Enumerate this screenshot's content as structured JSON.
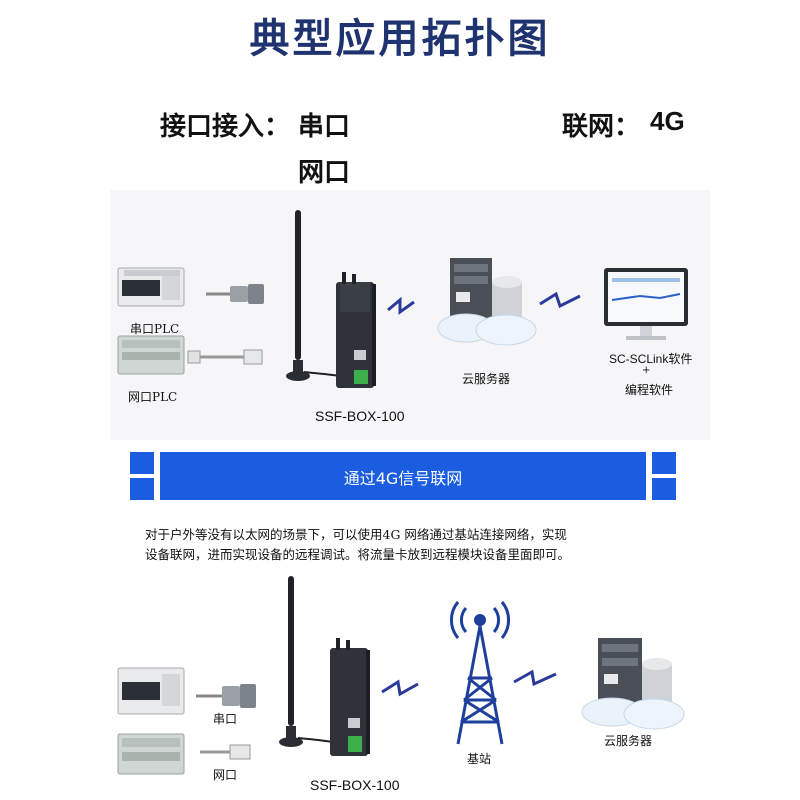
{
  "title": "典型应用拓扑图",
  "interface": {
    "label": "接口接入：",
    "serial": "串口",
    "ethernet": "网口"
  },
  "network": {
    "label": "联网：",
    "value": "4G"
  },
  "top_diagram": {
    "serial_plc_label": "串口PLC",
    "ethernet_plc_label": "网口PLC",
    "device_label": "SSF-BOX-100",
    "cloud_label": "云服务器",
    "software_label": "SC-SCLink软件",
    "plus": "+",
    "programming_label": "编程软件"
  },
  "banner": {
    "text": "通过4G信号联网",
    "color": "#1a5de0"
  },
  "description": {
    "line1": "对于户外等没有以太网的场景下，可以使用4G 网络通过基站连接网络，实现",
    "line2": "设备联网，进而实现设备的远程调试。将流量卡放到远程模块设备里面即可。"
  },
  "bottom_diagram": {
    "serial_label": "串口",
    "ethernet_label": "网口",
    "device_label": "SSF-BOX-100",
    "tower_label": "基站",
    "cloud_label": "云服务器"
  },
  "icons": [
    "plc-icon",
    "serial-connector-icon",
    "ethernet-connector-icon",
    "antenna-icon",
    "router-device-icon",
    "wireless-link-icon",
    "server-icon",
    "cloud-icon",
    "database-icon",
    "monitor-icon",
    "cell-tower-icon"
  ]
}
